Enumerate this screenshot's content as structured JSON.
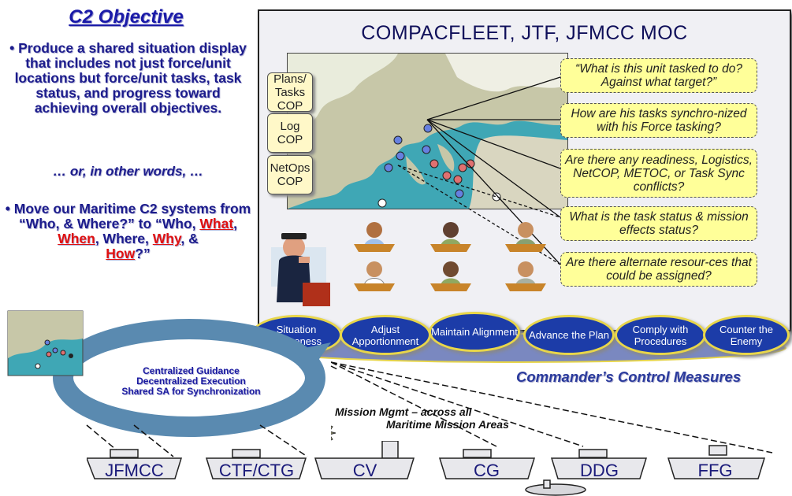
{
  "left": {
    "title": "C2 Objective",
    "bullet1": "• Produce a shared situation display that includes not just force/unit locations but force/unit tasks, task status, and progress toward achieving overall objectives.",
    "other_words": "… or, in other words, …",
    "bullet2_prefix": "• Move our Maritime C2 systems from “Who, & Where?” to “Who, ",
    "what": "What",
    "comma1": ",",
    "when": "When",
    "mid": ", Where, ",
    "why": "Why",
    "amp": ", & ",
    "how": "How",
    "end": "?”"
  },
  "panel": {
    "title": "COMPACFLEET, JTF, JFMCC MOC",
    "cop_buttons": [
      "Plans/ Tasks COP",
      "Log COP",
      "NetOps COP"
    ],
    "callouts": [
      "“What is this unit tasked to do? Against what target?”",
      "How are his tasks synchro-nized with his Force tasking?",
      "Are there any readiness, Logistics, NetCOP, METOC, or Task Sync conflicts?",
      "What is the task status & mission effects status?",
      "Are there alternate resour-ces that could be assigned?"
    ]
  },
  "measures": {
    "items": [
      "Situation Awareness",
      "Adjust Apportionment",
      "Maintain Alignment",
      "Advance the Plan",
      "Comply with Procedures",
      "Counter the Enemy"
    ],
    "label": "Commander’s Control Measures"
  },
  "cycle": {
    "line1": "Centralized Guidance",
    "line2": "Decentralized Execution",
    "line3": "Shared SA for Synchronization"
  },
  "mission": {
    "line1": "Mission Mgmt – across all",
    "line2": "Maritime Mission Areas"
  },
  "ships": [
    "JFMCC",
    "CTF/CTG",
    "CV",
    "CG",
    "DDG",
    "FFG"
  ],
  "colors": {
    "title_blue": "#1a1aa8",
    "emphasis_red": "#e01010",
    "measure_fill": "#1c3ca8",
    "measure_border": "#e8d64a",
    "callout_fill": "#ffff99",
    "map_sea": "#3fa7b5",
    "cycle_arrow": "#5a8ab0"
  }
}
